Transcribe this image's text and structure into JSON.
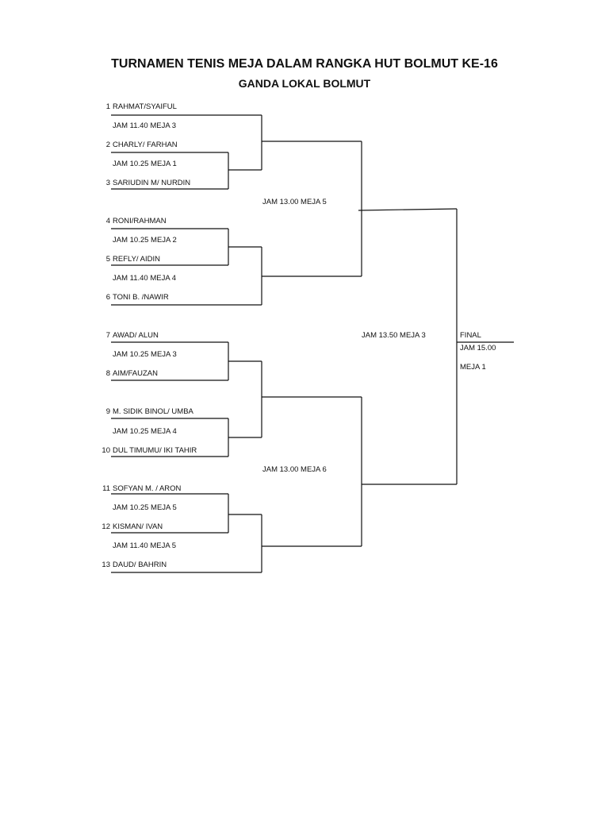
{
  "title": "TURNAMEN TENIS MEJA DALAM RANGKA HUT BOLMUT KE-16",
  "subtitle": "GANDA LOKAL BOLMUT",
  "teams": [
    {
      "num": "1",
      "name": "RAHMAT/SYAIFUL"
    },
    {
      "num": "2",
      "name": "CHARLY/ FARHAN"
    },
    {
      "num": "3",
      "name": "SARIUDIN M/ NURDIN"
    },
    {
      "num": "4",
      "name": "RONI/RAHMAN"
    },
    {
      "num": "5",
      "name": "REFLY/ AIDIN"
    },
    {
      "num": "6",
      "name": "TONI B. /NAWIR"
    },
    {
      "num": "7",
      "name": "AWAD/ ALUN"
    },
    {
      "num": "8",
      "name": "AIM/FAUZAN"
    },
    {
      "num": "9",
      "name": "M. SIDIK BINOL/ UMBA"
    },
    {
      "num": "10",
      "name": "DUL TIMUMU/ IKI TAHIR"
    },
    {
      "num": "11",
      "name": "SOFYAN M. / ARON"
    },
    {
      "num": "12",
      "name": "KISMAN/ IVAN"
    },
    {
      "num": "13",
      "name": "DAUD/ BAHRIN"
    }
  ],
  "schedules": [
    "JAM 11.40 MEJA 3",
    "JAM 10.25 MEJA 1",
    "JAM 10.25 MEJA 2",
    "JAM 11.40 MEJA 4",
    "JAM 10.25 MEJA 3",
    "JAM 10.25 MEJA 4",
    "JAM 10.25 MEJA 5",
    "JAM 11.40 MEJA 5",
    "JAM 13.00 MEJA 5",
    "JAM 13.00 MEJA 6",
    "JAM 13.50 MEJA 3"
  ],
  "final": {
    "label": "FINAL",
    "time": "JAM 15.00",
    "table": "MEJA 1"
  }
}
